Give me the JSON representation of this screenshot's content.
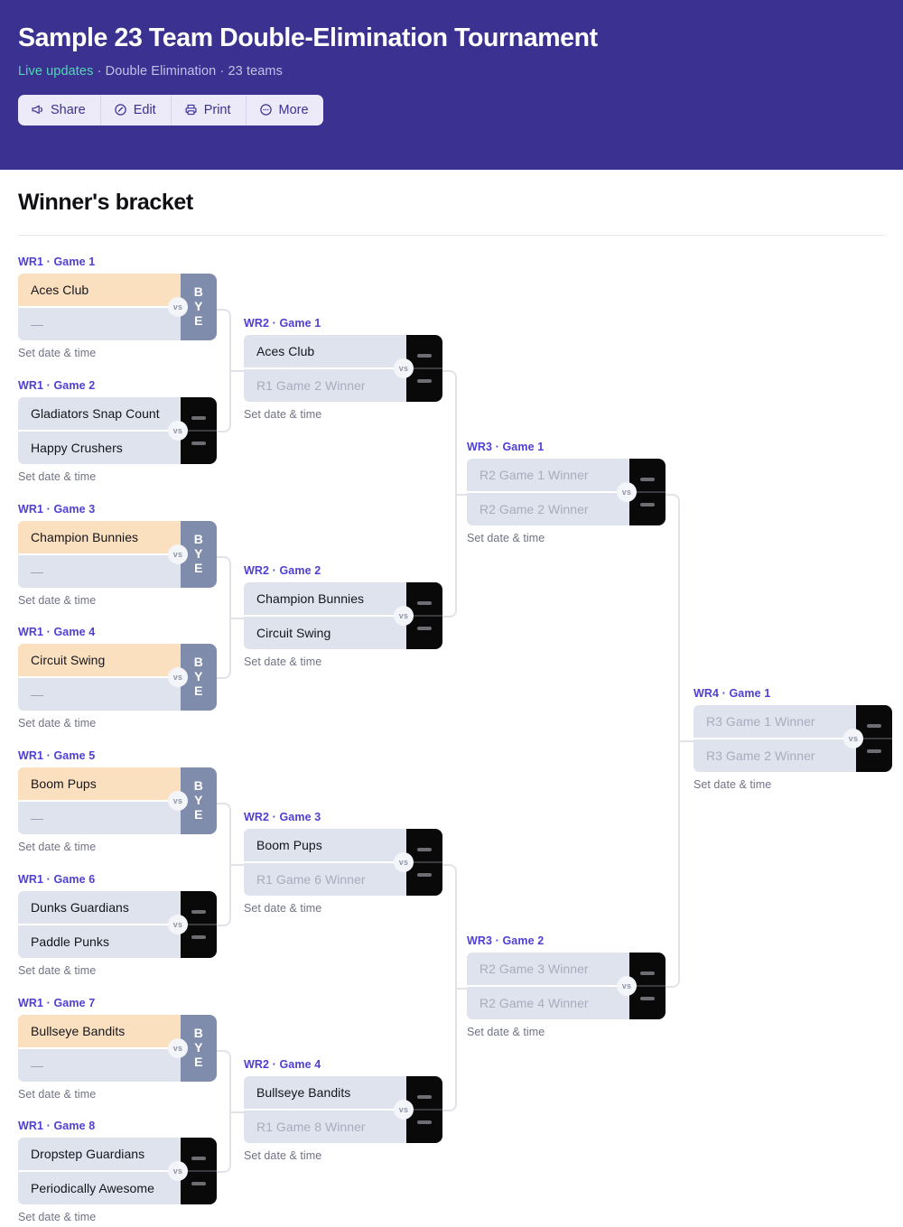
{
  "header": {
    "title": "Sample 23 Team Double-Elimination Tournament",
    "live_label": "Live updates",
    "meta_separator_1": " · ",
    "format": "Double Elimination",
    "meta_separator_2": " · ",
    "teams_count": "23 teams",
    "buttons": [
      {
        "label": "Share",
        "icon": "megaphone-icon"
      },
      {
        "label": "Edit",
        "icon": "edit-circle-icon"
      },
      {
        "label": "Print",
        "icon": "printer-icon"
      },
      {
        "label": "More",
        "icon": "more-circle-icon"
      }
    ]
  },
  "section": {
    "title": "Winner's bracket"
  },
  "common": {
    "vs_label": "vs",
    "set_time_label": "Set date & time",
    "bye_letters": [
      "B",
      "Y",
      "E"
    ],
    "empty_team": "—",
    "score_placeholder": "–"
  },
  "colors": {
    "header_bg": "#3b3191",
    "accent_live": "#4fd9b0",
    "round_label": "#4f3fd4",
    "card_bg": "#dfe3ee",
    "bye_highlight": "#fbe0c0",
    "bye_slab": "#7f8cab",
    "score_slab": "#090909",
    "connector": "#e2e2e8"
  },
  "matches": [
    {
      "id": "wr1g1",
      "label": "WR1 · Game 1",
      "type": "bye",
      "top": {
        "name": "Aces Club",
        "state": "advanced"
      },
      "bottom": {
        "name": "—",
        "state": "empty"
      },
      "set_time": "Set date & time"
    },
    {
      "id": "wr1g2",
      "label": "WR1 · Game 2",
      "type": "normal",
      "top": {
        "name": "Gladiators Snap Count",
        "state": "filled"
      },
      "bottom": {
        "name": "Happy Crushers",
        "state": "filled"
      },
      "set_time": "Set date & time"
    },
    {
      "id": "wr1g3",
      "label": "WR1 · Game 3",
      "type": "bye",
      "top": {
        "name": "Champion Bunnies",
        "state": "advanced"
      },
      "bottom": {
        "name": "—",
        "state": "empty"
      },
      "set_time": "Set date & time"
    },
    {
      "id": "wr1g4",
      "label": "WR1 · Game 4",
      "type": "bye",
      "top": {
        "name": "Circuit Swing",
        "state": "advanced"
      },
      "bottom": {
        "name": "—",
        "state": "empty"
      },
      "set_time": "Set date & time"
    },
    {
      "id": "wr1g5",
      "label": "WR1 · Game 5",
      "type": "bye",
      "top": {
        "name": "Boom Pups",
        "state": "advanced"
      },
      "bottom": {
        "name": "—",
        "state": "empty"
      },
      "set_time": "Set date & time"
    },
    {
      "id": "wr1g6",
      "label": "WR1 · Game 6",
      "type": "normal",
      "top": {
        "name": "Dunks Guardians",
        "state": "filled"
      },
      "bottom": {
        "name": "Paddle Punks",
        "state": "filled"
      },
      "set_time": "Set date & time"
    },
    {
      "id": "wr1g7",
      "label": "WR1 · Game 7",
      "type": "bye",
      "top": {
        "name": "Bullseye Bandits",
        "state": "advanced"
      },
      "bottom": {
        "name": "—",
        "state": "empty"
      },
      "set_time": "Set date & time"
    },
    {
      "id": "wr1g8",
      "label": "WR1 · Game 8",
      "type": "normal",
      "top": {
        "name": "Dropstep Guardians",
        "state": "filled"
      },
      "bottom": {
        "name": "Periodically Awesome",
        "state": "filled"
      },
      "set_time": "Set date & time"
    },
    {
      "id": "wr2g1",
      "label": "WR2 · Game 1",
      "type": "normal",
      "top": {
        "name": "Aces Club",
        "state": "filled"
      },
      "bottom": {
        "name": "R1 Game 2 Winner",
        "state": "placeholder"
      },
      "set_time": "Set date & time"
    },
    {
      "id": "wr2g2",
      "label": "WR2 · Game 2",
      "type": "normal",
      "top": {
        "name": "Champion Bunnies",
        "state": "filled"
      },
      "bottom": {
        "name": "Circuit Swing",
        "state": "filled"
      },
      "set_time": "Set date & time"
    },
    {
      "id": "wr2g3",
      "label": "WR2 · Game 3",
      "type": "normal",
      "top": {
        "name": "Boom Pups",
        "state": "filled"
      },
      "bottom": {
        "name": "R1 Game 6 Winner",
        "state": "placeholder"
      },
      "set_time": "Set date & time"
    },
    {
      "id": "wr2g4",
      "label": "WR2 · Game 4",
      "type": "normal",
      "top": {
        "name": "Bullseye Bandits",
        "state": "filled"
      },
      "bottom": {
        "name": "R1 Game 8 Winner",
        "state": "placeholder"
      },
      "set_time": "Set date & time"
    },
    {
      "id": "wr3g1",
      "label": "WR3 · Game 1",
      "type": "normal",
      "top": {
        "name": "R2 Game 1 Winner",
        "state": "placeholder"
      },
      "bottom": {
        "name": "R2 Game 2 Winner",
        "state": "placeholder"
      },
      "set_time": "Set date & time"
    },
    {
      "id": "wr3g2",
      "label": "WR3 · Game 2",
      "type": "normal",
      "top": {
        "name": "R2 Game 3 Winner",
        "state": "placeholder"
      },
      "bottom": {
        "name": "R2 Game 4 Winner",
        "state": "placeholder"
      },
      "set_time": "Set date & time"
    },
    {
      "id": "wr4g1",
      "label": "WR4 · Game 1",
      "type": "normal",
      "top": {
        "name": "R3 Game 1 Winner",
        "state": "placeholder"
      },
      "bottom": {
        "name": "R3 Game 2 Winner",
        "state": "placeholder"
      },
      "set_time": "Set date & time"
    }
  ]
}
